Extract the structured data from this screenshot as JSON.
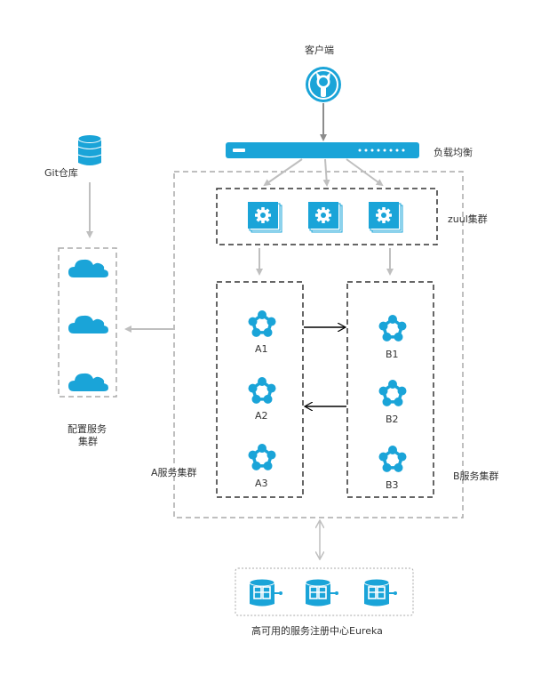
{
  "labels": {
    "client": "客户端",
    "load_balancer": "负载均衡",
    "git": "Git仓库",
    "zuul_cluster": "zuul集群",
    "config_cluster_line1": "配置服务",
    "config_cluster_line2": "集群",
    "a_cluster": "A服务集群",
    "b_cluster": "B服务集群",
    "a1": "A1",
    "a2": "A2",
    "a3": "A3",
    "b1": "B1",
    "b2": "B2",
    "b3": "B3",
    "eureka": "高可用的服务注册中心Eureka"
  },
  "colors": {
    "primary": "#1aa4d8",
    "arrow_gray": "#bfbfbf",
    "dash_gray": "#aaaaaa",
    "dash_dark": "#333333",
    "text": "#333333"
  }
}
